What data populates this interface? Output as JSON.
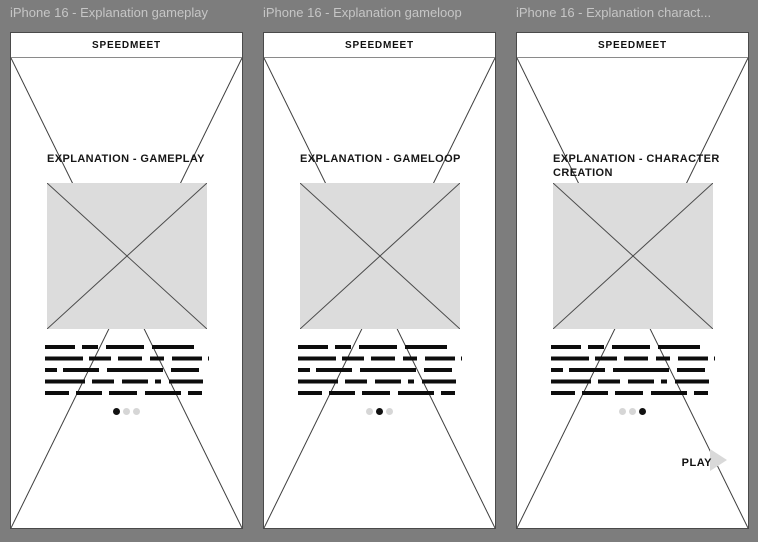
{
  "canvas": {
    "background_color": "#7d7d7d",
    "frame_label_color": "#c6c6c6"
  },
  "frames": [
    {
      "label": "iPhone 16 - Explanation gameplay",
      "header": "SPEEDMEET",
      "title": "EXPLANATION - GAMEPLAY",
      "pagination": {
        "dots": 3,
        "active_index": 0
      }
    },
    {
      "label": "iPhone 16 - Explanation gameloop",
      "header": "SPEEDMEET",
      "title": "EXPLANATION - GAMELOOP",
      "pagination": {
        "dots": 3,
        "active_index": 1
      }
    },
    {
      "label": "iPhone 16 - Explanation charact...",
      "header": "SPEEDMEET",
      "title": "EXPLANATION - CHARACTER CREATION",
      "pagination": {
        "dots": 3,
        "active_index": 2
      },
      "play_label": "PLAY"
    }
  ],
  "colors": {
    "frame_background": "#ffffff",
    "wireframe_line": "#3f3f3f",
    "image_placeholder_fill": "#dcdcdc",
    "scribble_text": "#0d0d0d",
    "dot_inactive": "#d6d6d6",
    "dot_active": "#111111",
    "play_arrow": "#d9d9d9"
  }
}
